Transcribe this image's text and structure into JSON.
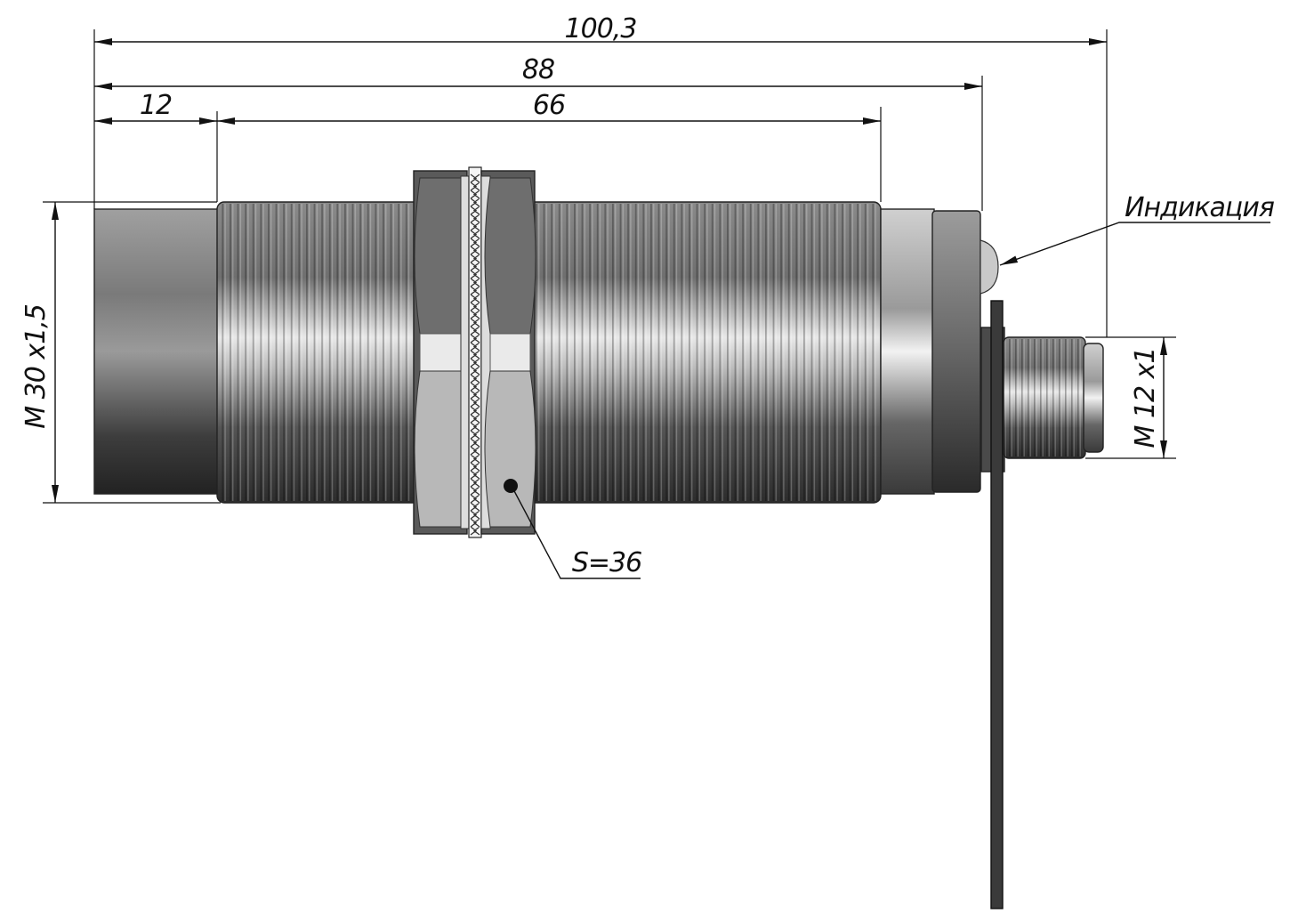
{
  "dimensions": {
    "overall_length": "100,3",
    "body_length": "88",
    "front_length": "12",
    "thread_length": "66",
    "main_thread": "M 30 x1,5",
    "connector_thread": "M 12 x1",
    "nut_size": "S=36"
  },
  "labels": {
    "indication": "Индикация"
  }
}
